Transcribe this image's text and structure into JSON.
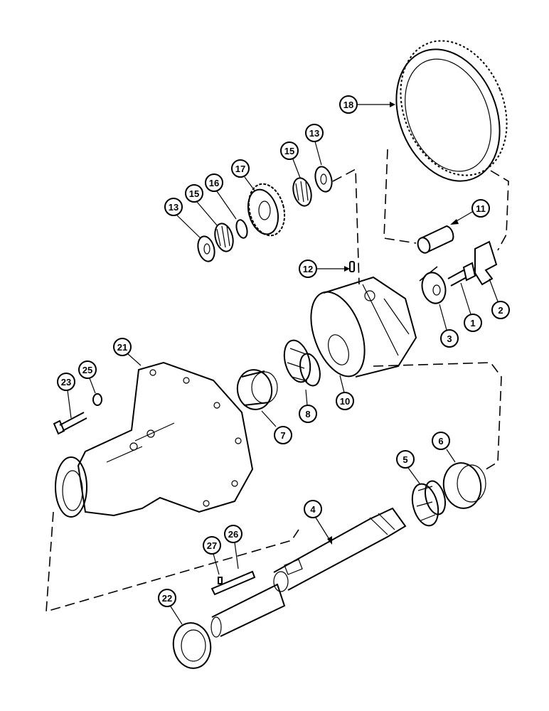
{
  "callouts": {
    "c1": "1",
    "c2": "2",
    "c3": "3",
    "c4": "4",
    "c5": "5",
    "c6": "6",
    "c7": "7",
    "c8": "8",
    "c10": "10",
    "c11": "11",
    "c12": "12",
    "c13a": "13",
    "c13b": "13",
    "c15a": "15",
    "c15b": "15",
    "c16": "16",
    "c17": "17",
    "c18": "18",
    "c21": "21",
    "c22": "22",
    "c23": "23",
    "c25": "25",
    "c26": "26",
    "c27": "27"
  }
}
